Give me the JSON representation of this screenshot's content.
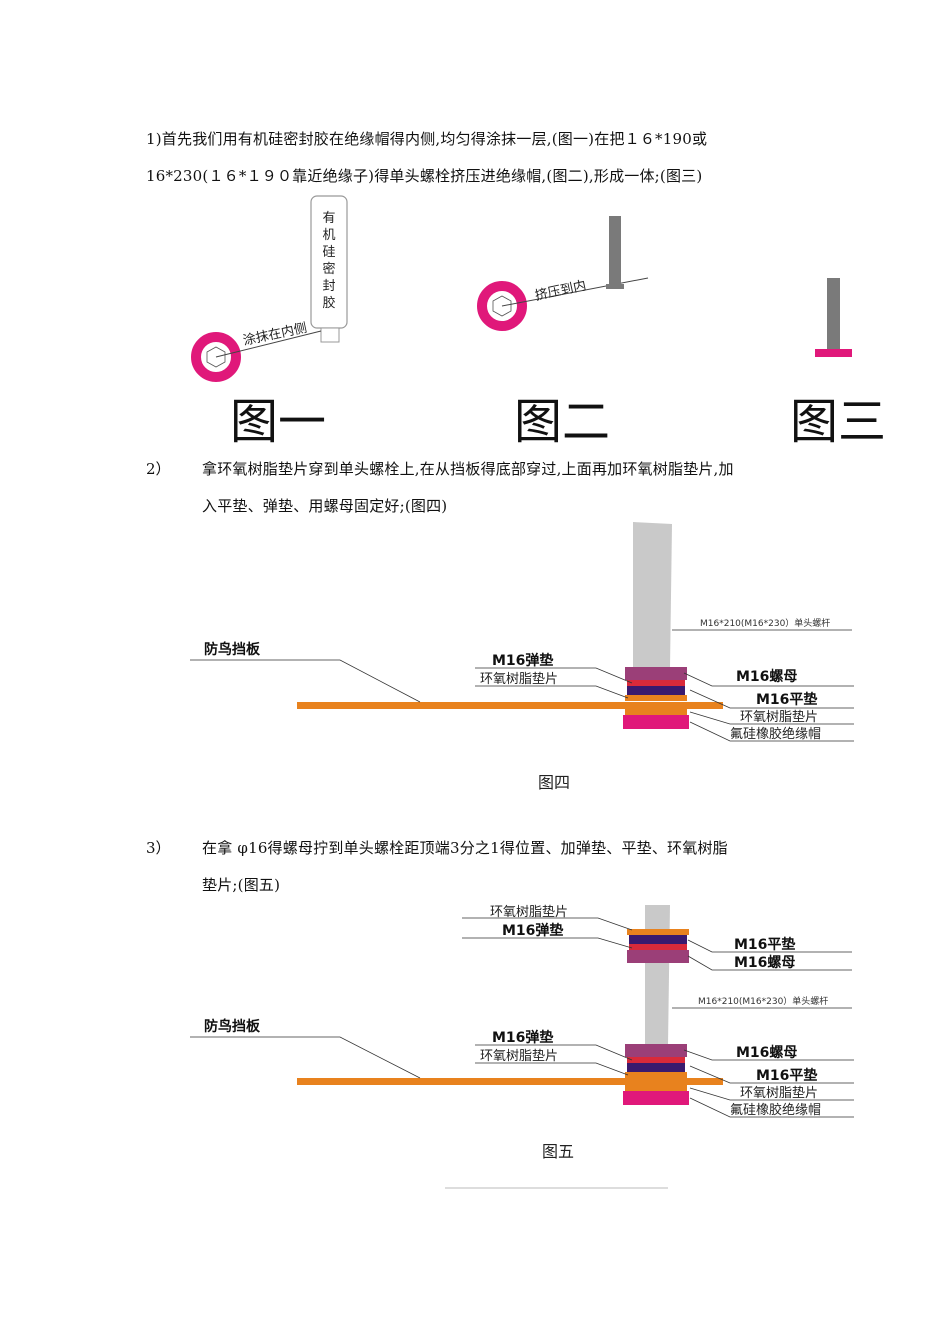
{
  "step1": {
    "line1": "1)首先我们用有机硅密封胶在绝缘帽得内侧,均匀得涂抹一层,(图一)在把１６*190或",
    "line2": "16*230(１６*１９０靠近绝缘子)得单头螺栓挤压进绝缘帽,(图二),形成一体;(图三)"
  },
  "fig_row1": {
    "sealant_text": "有机硅密封胶",
    "apply_label": "涂抹在内侧",
    "press_label": "挤压到内",
    "cap1": "图一",
    "cap2": "图二",
    "cap3": "图三"
  },
  "step2": {
    "num": "2）",
    "line1": "拿环氧树脂垫片穿到单头螺栓上,在从挡板得底部穿过,上面再加环氧树脂垫片,加",
    "line2": "入平垫、弹垫、用螺母固定好;(图四)"
  },
  "fig4": {
    "bolt_label": "M16*210(M16*230）单头螺杆",
    "baffle_label": "防鸟挡板",
    "spring_washer": "M16弹垫",
    "epoxy_upper": "环氧树脂垫片",
    "nut": "M16螺母",
    "flat_washer": "M16平垫",
    "epoxy_lower": "环氧树脂垫片",
    "cap_label": "氟硅橡胶绝缘帽",
    "caption": "图四"
  },
  "step3": {
    "num": "3）",
    "line1": "在拿 φ16得螺母拧到单头螺栓距顶端3分之1得位置、加弹垫、平垫、环氧树脂",
    "line2": "垫片;(图五)"
  },
  "fig5": {
    "top_epoxy": "环氧树脂垫片",
    "top_spring": "M16弹垫",
    "top_flat": "M16平垫",
    "top_nut": "M16螺母",
    "bolt_label": "M16*210(M16*230）单头螺杆",
    "baffle_label": "防鸟挡板",
    "spring_washer": "M16弹垫",
    "epoxy_upper": "环氧树脂垫片",
    "nut": "M16螺母",
    "flat_washer": "M16平垫",
    "epoxy_lower": "环氧树脂垫片",
    "cap_label": "氟硅橡胶绝缘帽",
    "caption": "图五"
  },
  "colors": {
    "magenta": "#e0187a",
    "orange": "#e8821e",
    "purple": "#3a1a6e",
    "mauve": "#9b3f78",
    "red": "#d92a3a",
    "bolt_gray": "#c9c9c9",
    "dark_gray": "#7a7a7a"
  }
}
